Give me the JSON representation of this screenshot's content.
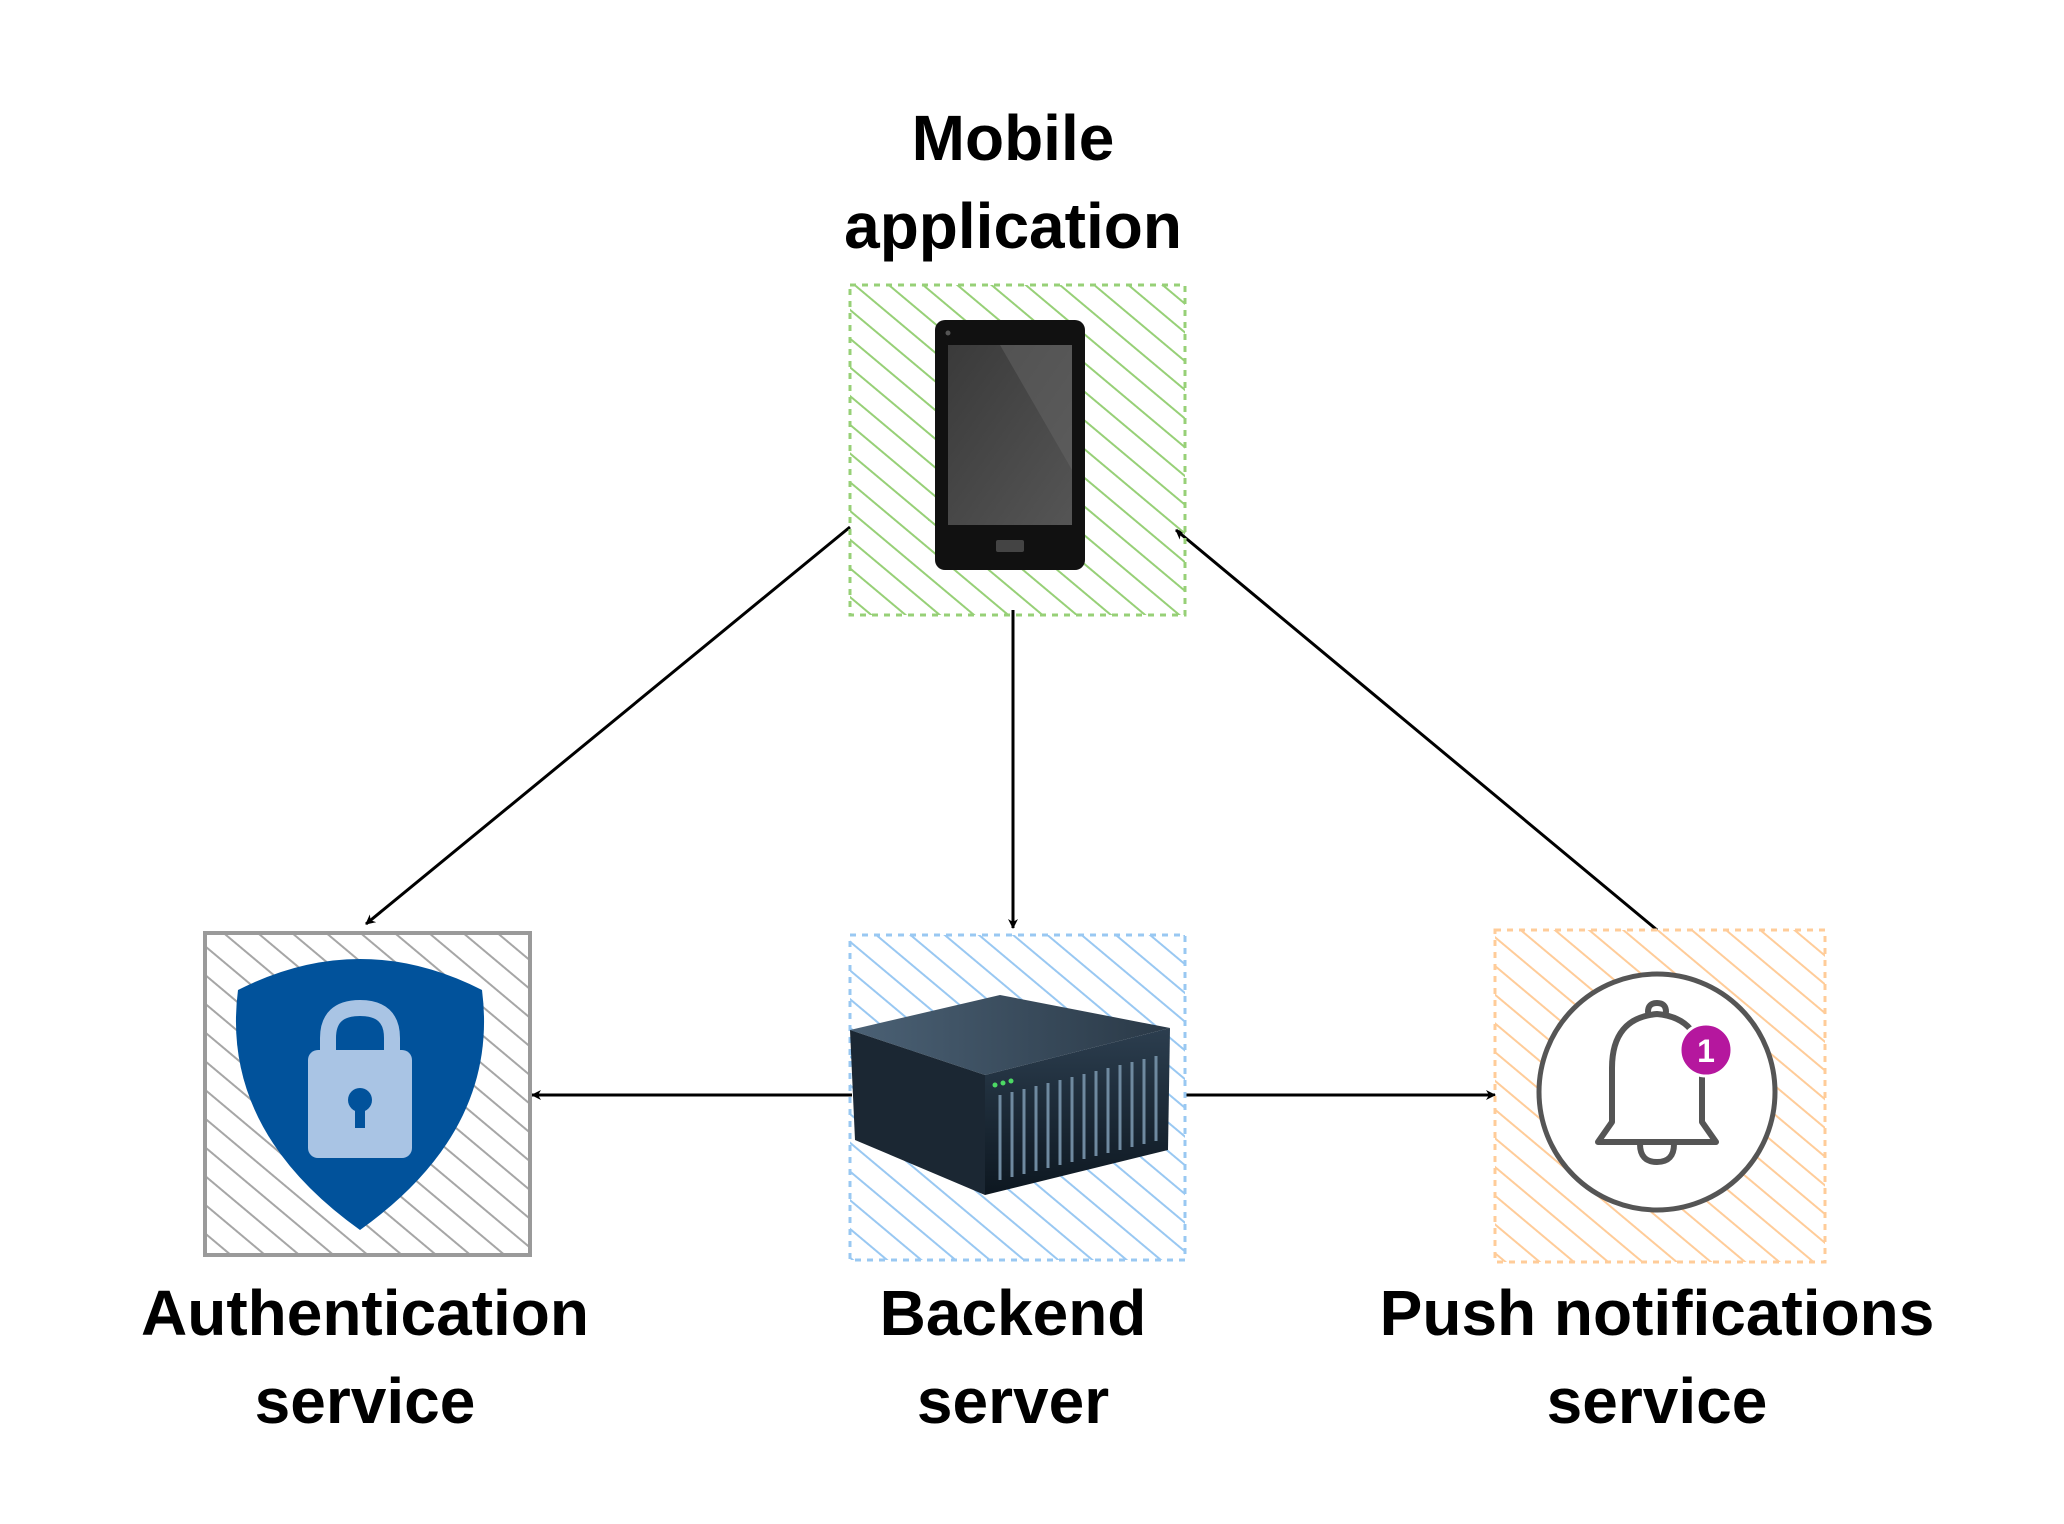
{
  "nodes": {
    "mobile": {
      "label_line1": "Mobile",
      "label_line2": "application",
      "icon": "smartphone-icon",
      "hatch_color": "#97d077"
    },
    "auth": {
      "label_line1": "Authentication",
      "label_line2": "service",
      "icon": "shield-lock-icon",
      "hatch_color": "#a0a0a0"
    },
    "backend": {
      "label_line1": "Backend",
      "label_line2": "server",
      "icon": "server-icon",
      "hatch_color": "#99c8f2"
    },
    "push": {
      "label_line1": "Push notifications",
      "label_line2": "service",
      "icon": "bell-notification-icon",
      "hatch_color": "#ffcc99",
      "badge_count": "1"
    }
  },
  "edges": [
    {
      "from": "mobile",
      "to": "auth"
    },
    {
      "from": "mobile",
      "to": "backend"
    },
    {
      "from": "push",
      "to": "mobile"
    },
    {
      "from": "backend",
      "to": "auth"
    },
    {
      "from": "backend",
      "to": "push"
    }
  ],
  "colors": {
    "shield": "#01529b",
    "lock": "#a9c4e4",
    "badge": "#b5179e",
    "bell_stroke": "#555555"
  }
}
